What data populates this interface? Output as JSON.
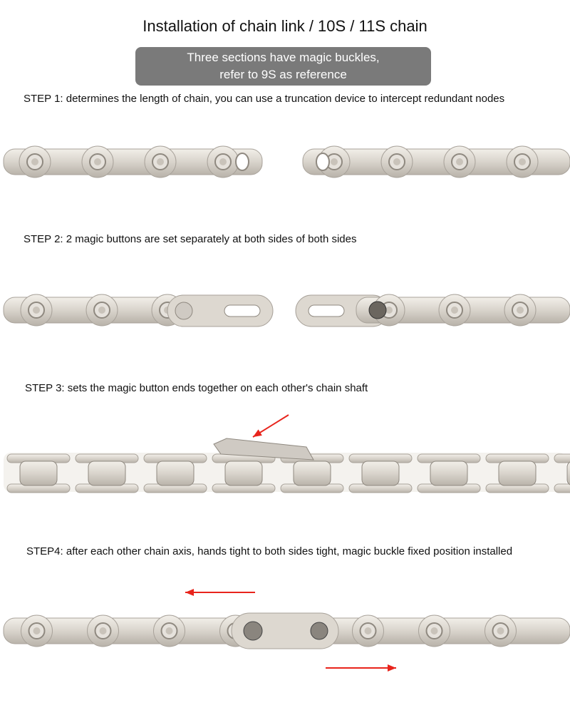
{
  "title": "Installation of chain link / 10S / 11S chain",
  "note": {
    "line1": "Three sections have magic buckles,",
    "line2": "refer to 9S as reference"
  },
  "steps": [
    {
      "label": "STEP 1: determines the length of chain, you can use a truncation device to intercept redundant nodes"
    },
    {
      "label": "STEP 2: 2 magic buttons are set separately at both sides of both sides"
    },
    {
      "label": "STEP 3: sets the magic button ends together on each other's chain shaft"
    },
    {
      "label": "STEP4: after each other chain axis, hands tight to both sides tight, magic buckle fixed position installed"
    }
  ],
  "colors": {
    "note_bg": "#7a7a7a",
    "chain_silver": "#d9d4cc",
    "arrow": "#e8241c"
  }
}
